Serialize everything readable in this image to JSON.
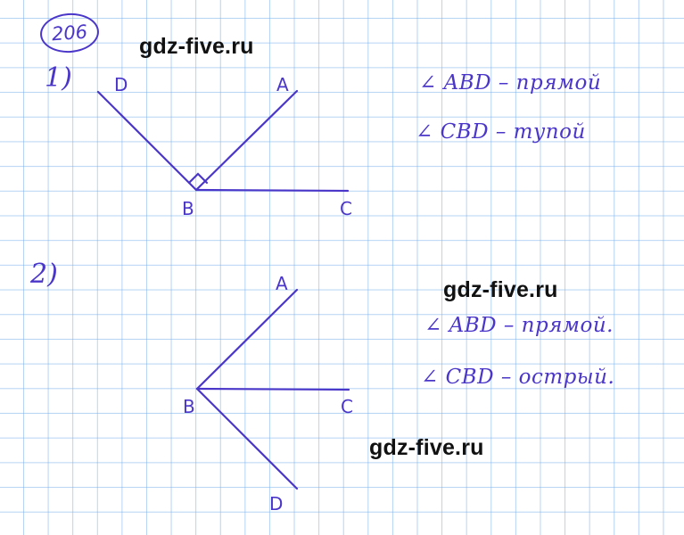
{
  "problem_number": "206",
  "watermarks": [
    "gdz-five.ru",
    "gdz-five.ru",
    "gdz-five.ru"
  ],
  "colors": {
    "ink": "#4a36c8",
    "grid": "#78afeb",
    "watermark": "#111111"
  },
  "parts": [
    {
      "label": "1)",
      "points": {
        "D": "D",
        "A": "A",
        "B": "B",
        "C": "C"
      },
      "right_angle_marker": "ABD",
      "answers": [
        "∠ ABD – прямой",
        "∠ CBD – тупой"
      ]
    },
    {
      "label": "2)",
      "points": {
        "A": "A",
        "B": "B",
        "C": "C",
        "D": "D"
      },
      "answers": [
        "∠ ABD – прямой.",
        "∠ CBD – острый."
      ]
    }
  ]
}
